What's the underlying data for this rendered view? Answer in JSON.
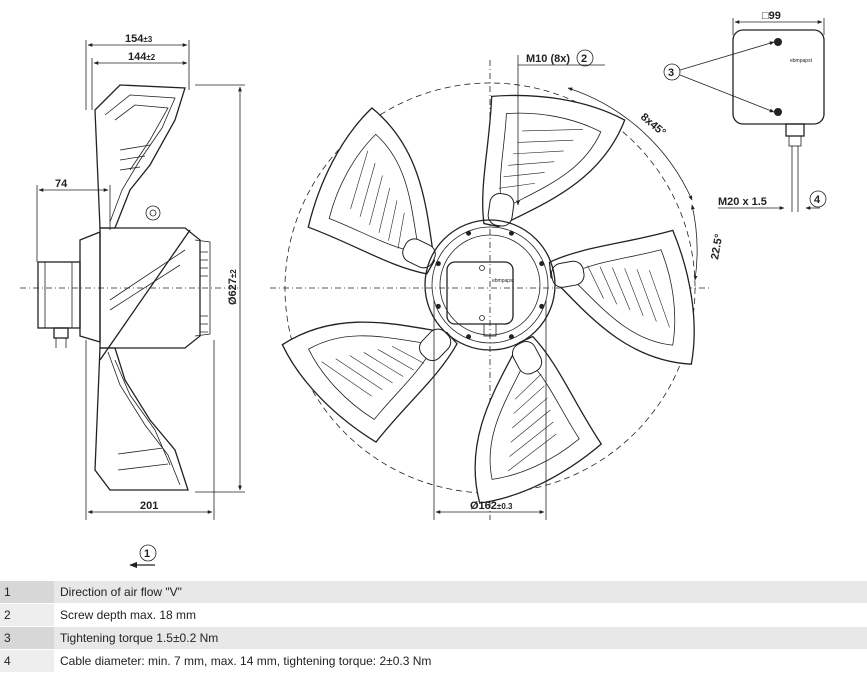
{
  "dimensions": {
    "width_154": "154",
    "width_154_tol": "±3",
    "width_144": "144",
    "width_144_tol": "±2",
    "motor_74": "74",
    "depth_201": "201",
    "diameter_627": "Ø627",
    "diameter_627_tol": "±2",
    "diameter_162": "Ø162",
    "diameter_162_tol": "±0.3",
    "thread_m10": "M10 (8x)",
    "angle_8x45": "8x45°",
    "angle_22_5": "22.5°",
    "box_99": "□99",
    "cable_m20": "M20 x 1.5",
    "brand_mark": "ebmpapst"
  },
  "callouts": {
    "one": "1",
    "two": "2",
    "three": "3",
    "four": "4"
  },
  "notes": [
    {
      "num": "1",
      "text": "Direction of air flow \"V\""
    },
    {
      "num": "2",
      "text": "Screw depth max. 18 mm"
    },
    {
      "num": "3",
      "text": "Tightening torque 1.5±0.2 Nm"
    },
    {
      "num": "4",
      "text": "Cable diameter: min. 7 mm, max. 14 mm, tightening torque: 2±0.3 Nm"
    }
  ]
}
